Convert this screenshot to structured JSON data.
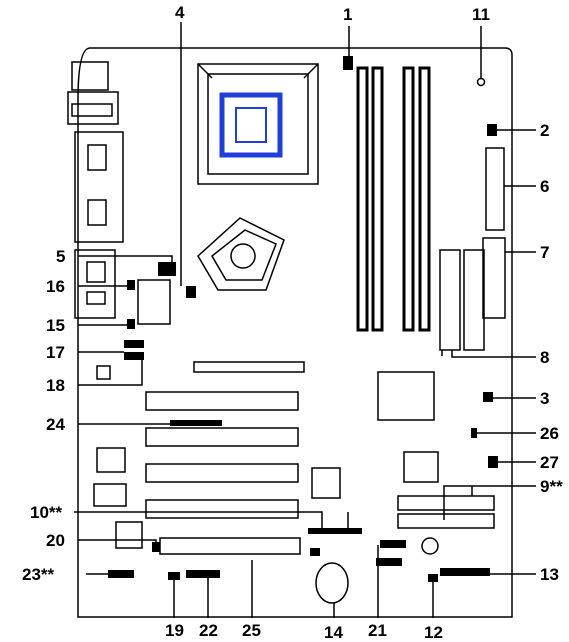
{
  "callouts": [
    "1",
    "2",
    "3",
    "4",
    "5",
    "6",
    "7",
    "8",
    "9**",
    "10**",
    "11",
    "12",
    "13",
    "14",
    "15",
    "16",
    "17",
    "18",
    "19",
    "20",
    "21",
    "22",
    "23**",
    "24",
    "25",
    "26",
    "27"
  ],
  "colors": {
    "line": "#000000",
    "board": "#ffffff",
    "cpu_socket": "#1f3fd8"
  }
}
